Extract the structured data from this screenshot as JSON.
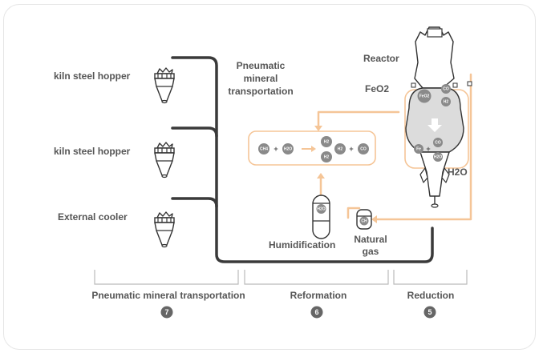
{
  "labels": {
    "hopper_1": "kiln steel hopper",
    "hopper_2": "kiln steel hopper",
    "cooler": "External cooler",
    "pneumatic_line": [
      "Pneumatic",
      "mineral",
      "transportation"
    ],
    "reactor": "Reactor",
    "feo2": "FeO2",
    "h2o": "H2O",
    "humidification": "Humidification",
    "natural_gas": [
      "Natural",
      "gas"
    ]
  },
  "reformation_reaction": {
    "reactants": [
      "CH4",
      "H2O"
    ],
    "products_cluster": [
      "H2",
      "H2",
      "H2"
    ],
    "products_extra": "CO"
  },
  "reactor_molecules": {
    "top": [
      "FeO2",
      "CO",
      "H2"
    ],
    "bottom": [
      "Fe",
      "CO",
      "H2O"
    ]
  },
  "vessel_labels": {
    "humidifier": "H2O",
    "gas_tank": "CH"
  },
  "stages": [
    {
      "label": "Pneumatic mineral transportation",
      "number": "7"
    },
    {
      "label": "Reformation",
      "number": "6"
    },
    {
      "label": "Reduction",
      "number": "5"
    }
  ],
  "colors": {
    "pipe": "#3a3a3a",
    "accent": "#f5c597",
    "molecule": "#8a8a8a",
    "text": "#555555"
  }
}
